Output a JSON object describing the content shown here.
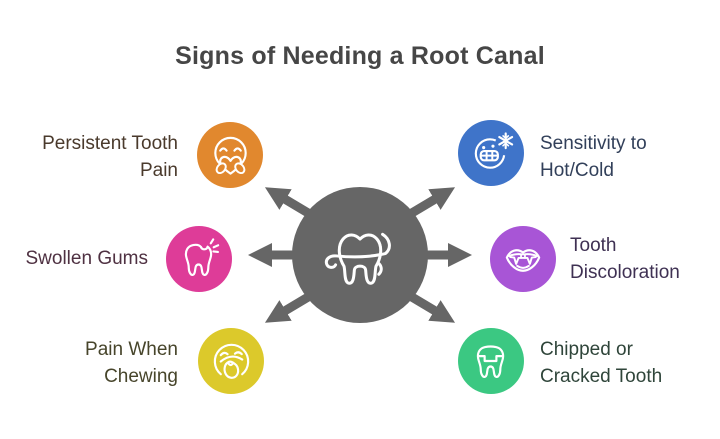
{
  "title": "Signs of Needing a Root Canal",
  "colors": {
    "title": "#464646",
    "center_circle": "#666666",
    "arrows": "#666666"
  },
  "center": {
    "icon": "molar-root-canal-icon"
  },
  "items": [
    {
      "id": "persistent-tooth-pain",
      "label": "Persistent Tooth\nPain",
      "side": "left",
      "circle_color": "#e1882e",
      "text_color": "#4a3a2c",
      "icon": "hugging-heart-face-icon"
    },
    {
      "id": "swollen-gums",
      "label": "Swollen Gums",
      "side": "left",
      "circle_color": "#de3c98",
      "text_color": "#4f3142",
      "icon": "aching-tooth-icon"
    },
    {
      "id": "pain-when-chewing",
      "label": "Pain When\nChewing",
      "side": "left",
      "circle_color": "#dcc92b",
      "text_color": "#47452b",
      "icon": "chewing-mouth-icon"
    },
    {
      "id": "sensitivity-hot-cold",
      "label": "Sensitivity to\nHot/Cold",
      "side": "right",
      "circle_color": "#3f74c9",
      "text_color": "#32405a",
      "icon": "cold-teeth-snowflake-icon"
    },
    {
      "id": "tooth-discoloration",
      "label": "Tooth\nDiscoloration",
      "side": "right",
      "circle_color": "#a855d6",
      "text_color": "#3f3153",
      "icon": "lips-teeth-icon"
    },
    {
      "id": "chipped-cracked-tooth",
      "label": "Chipped or\nCracked Tooth",
      "side": "right",
      "circle_color": "#3bc882",
      "text_color": "#2f453a",
      "icon": "cracked-tooth-icon"
    }
  ]
}
